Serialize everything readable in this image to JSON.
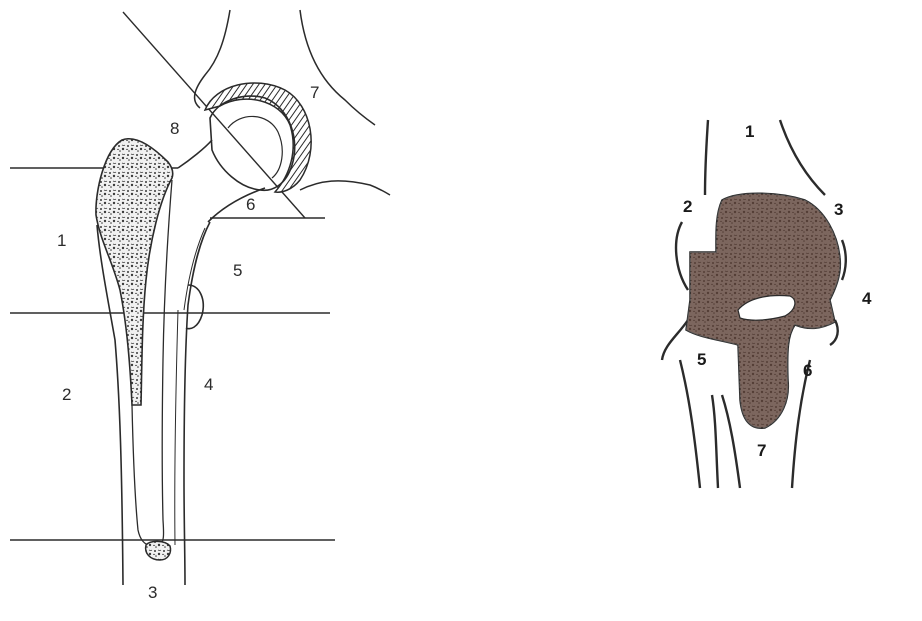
{
  "figure": {
    "left_panel": {
      "labels": [
        "1",
        "2",
        "3",
        "4",
        "5",
        "6",
        "7",
        "8"
      ]
    },
    "right_panel": {
      "labels": [
        "1",
        "2",
        "3",
        "4",
        "5",
        "6",
        "7"
      ]
    },
    "colors": {
      "ink": "#2b2b2b",
      "lesion_fill": "#5b3f35",
      "paper": "#ffffff",
      "bone_speckle": "#3a3a3a"
    }
  }
}
